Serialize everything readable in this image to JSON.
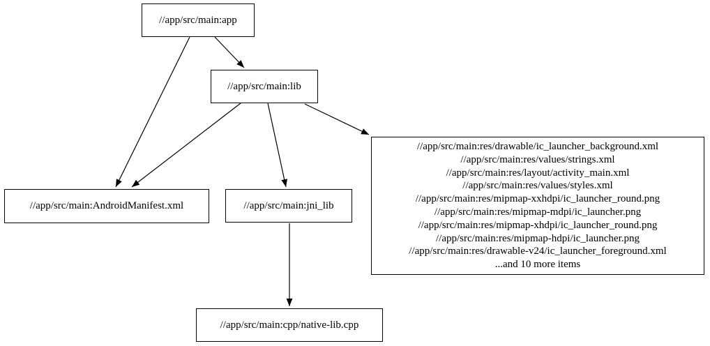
{
  "diagram": {
    "background": "#ffffff",
    "stroke_color": "#000000",
    "nodes": {
      "app": {
        "label": "//app/src/main:app"
      },
      "lib": {
        "label": "//app/src/main:lib"
      },
      "android_manifest": {
        "label": "//app/src/main:AndroidManifest.xml"
      },
      "jni_lib": {
        "label": "//app/src/main:jni_lib"
      },
      "res_group": {
        "lines": [
          "//app/src/main:res/drawable/ic_launcher_background.xml",
          "//app/src/main:res/values/strings.xml",
          "//app/src/main:res/layout/activity_main.xml",
          "//app/src/main:res/values/styles.xml",
          "//app/src/main:res/mipmap-xxhdpi/ic_launcher_round.png",
          "//app/src/main:res/mipmap-mdpi/ic_launcher.png",
          "//app/src/main:res/mipmap-xhdpi/ic_launcher_round.png",
          "//app/src/main:res/mipmap-hdpi/ic_launcher.png",
          "//app/src/main:res/drawable-v24/ic_launcher_foreground.xml",
          "...and 10 more items"
        ]
      },
      "native_lib": {
        "label": "//app/src/main:cpp/native-lib.cpp"
      }
    },
    "edges": [
      {
        "from": "app",
        "to": "lib"
      },
      {
        "from": "app",
        "to": "android_manifest"
      },
      {
        "from": "lib",
        "to": "android_manifest"
      },
      {
        "from": "lib",
        "to": "jni_lib"
      },
      {
        "from": "lib",
        "to": "res_group"
      },
      {
        "from": "jni_lib",
        "to": "native_lib"
      }
    ]
  }
}
